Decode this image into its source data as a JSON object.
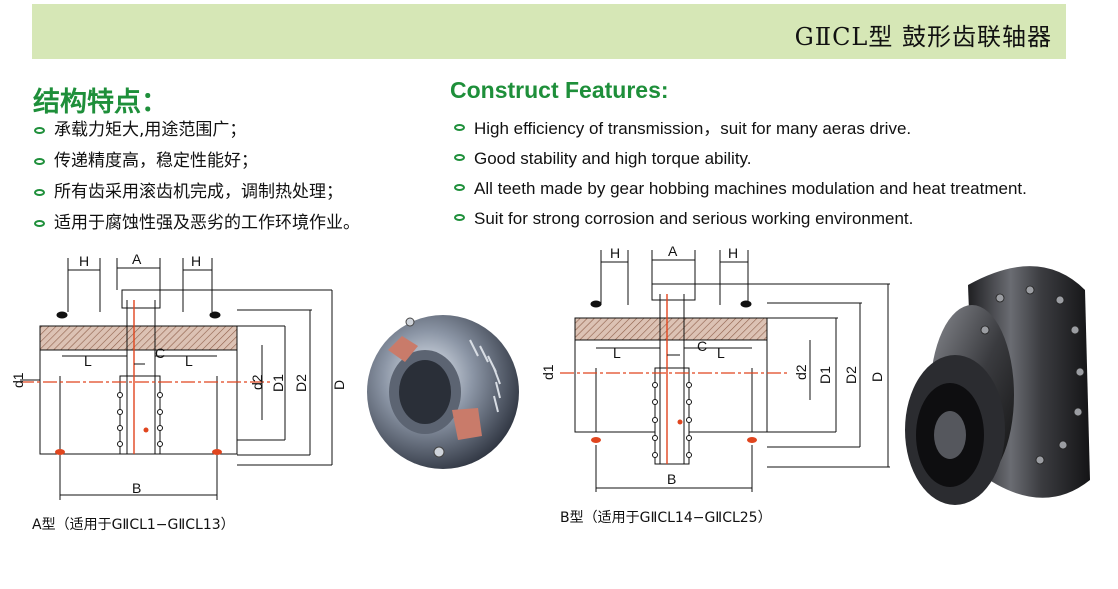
{
  "banner": {
    "title": "GⅡCL型  鼓形齿联轴器"
  },
  "features_cn": {
    "heading": "结构特点：",
    "items": [
      "承载力矩大,用途范围广；",
      "传递精度高，稳定性能好；",
      "所有齿采用滚齿机完成，调制热处理；",
      "适用于腐蚀性强及恶劣的工作环境作业。"
    ]
  },
  "features_en": {
    "heading": "Construct Features:",
    "items": [
      "High efficiency of transmission，suit for many aeras drive.",
      "Good stability and high torque ability.",
      "All teeth made by gear hobbing machines modulation and heat treatment.",
      "Suit for strong corrosion and serious working environment."
    ]
  },
  "diagram_a": {
    "caption": "A型（适用于GⅡCL1−GⅡCL13）",
    "labels": {
      "h_left": "H",
      "a": "A",
      "h_right": "H",
      "l_left": "L",
      "c": "C",
      "l_right": "L",
      "d1": "d1",
      "d2": "d2",
      "D1": "D1",
      "D2": "D2",
      "D": "D",
      "B": "B"
    }
  },
  "diagram_b": {
    "caption": "B型（适用于GⅡCL14−GⅡCL25）",
    "labels": {
      "h_left": "H",
      "a": "A",
      "h_right": "H",
      "l_left": "L",
      "c": "C",
      "l_right": "L",
      "d1": "d1",
      "d2": "d2",
      "D1": "D1",
      "D2": "D2",
      "D": "D",
      "B": "B"
    }
  },
  "colors": {
    "banner": "#d6e7b6",
    "heading_green": "#1e8f3a",
    "centerline": "#e0451e",
    "hatch": "#b88870"
  }
}
